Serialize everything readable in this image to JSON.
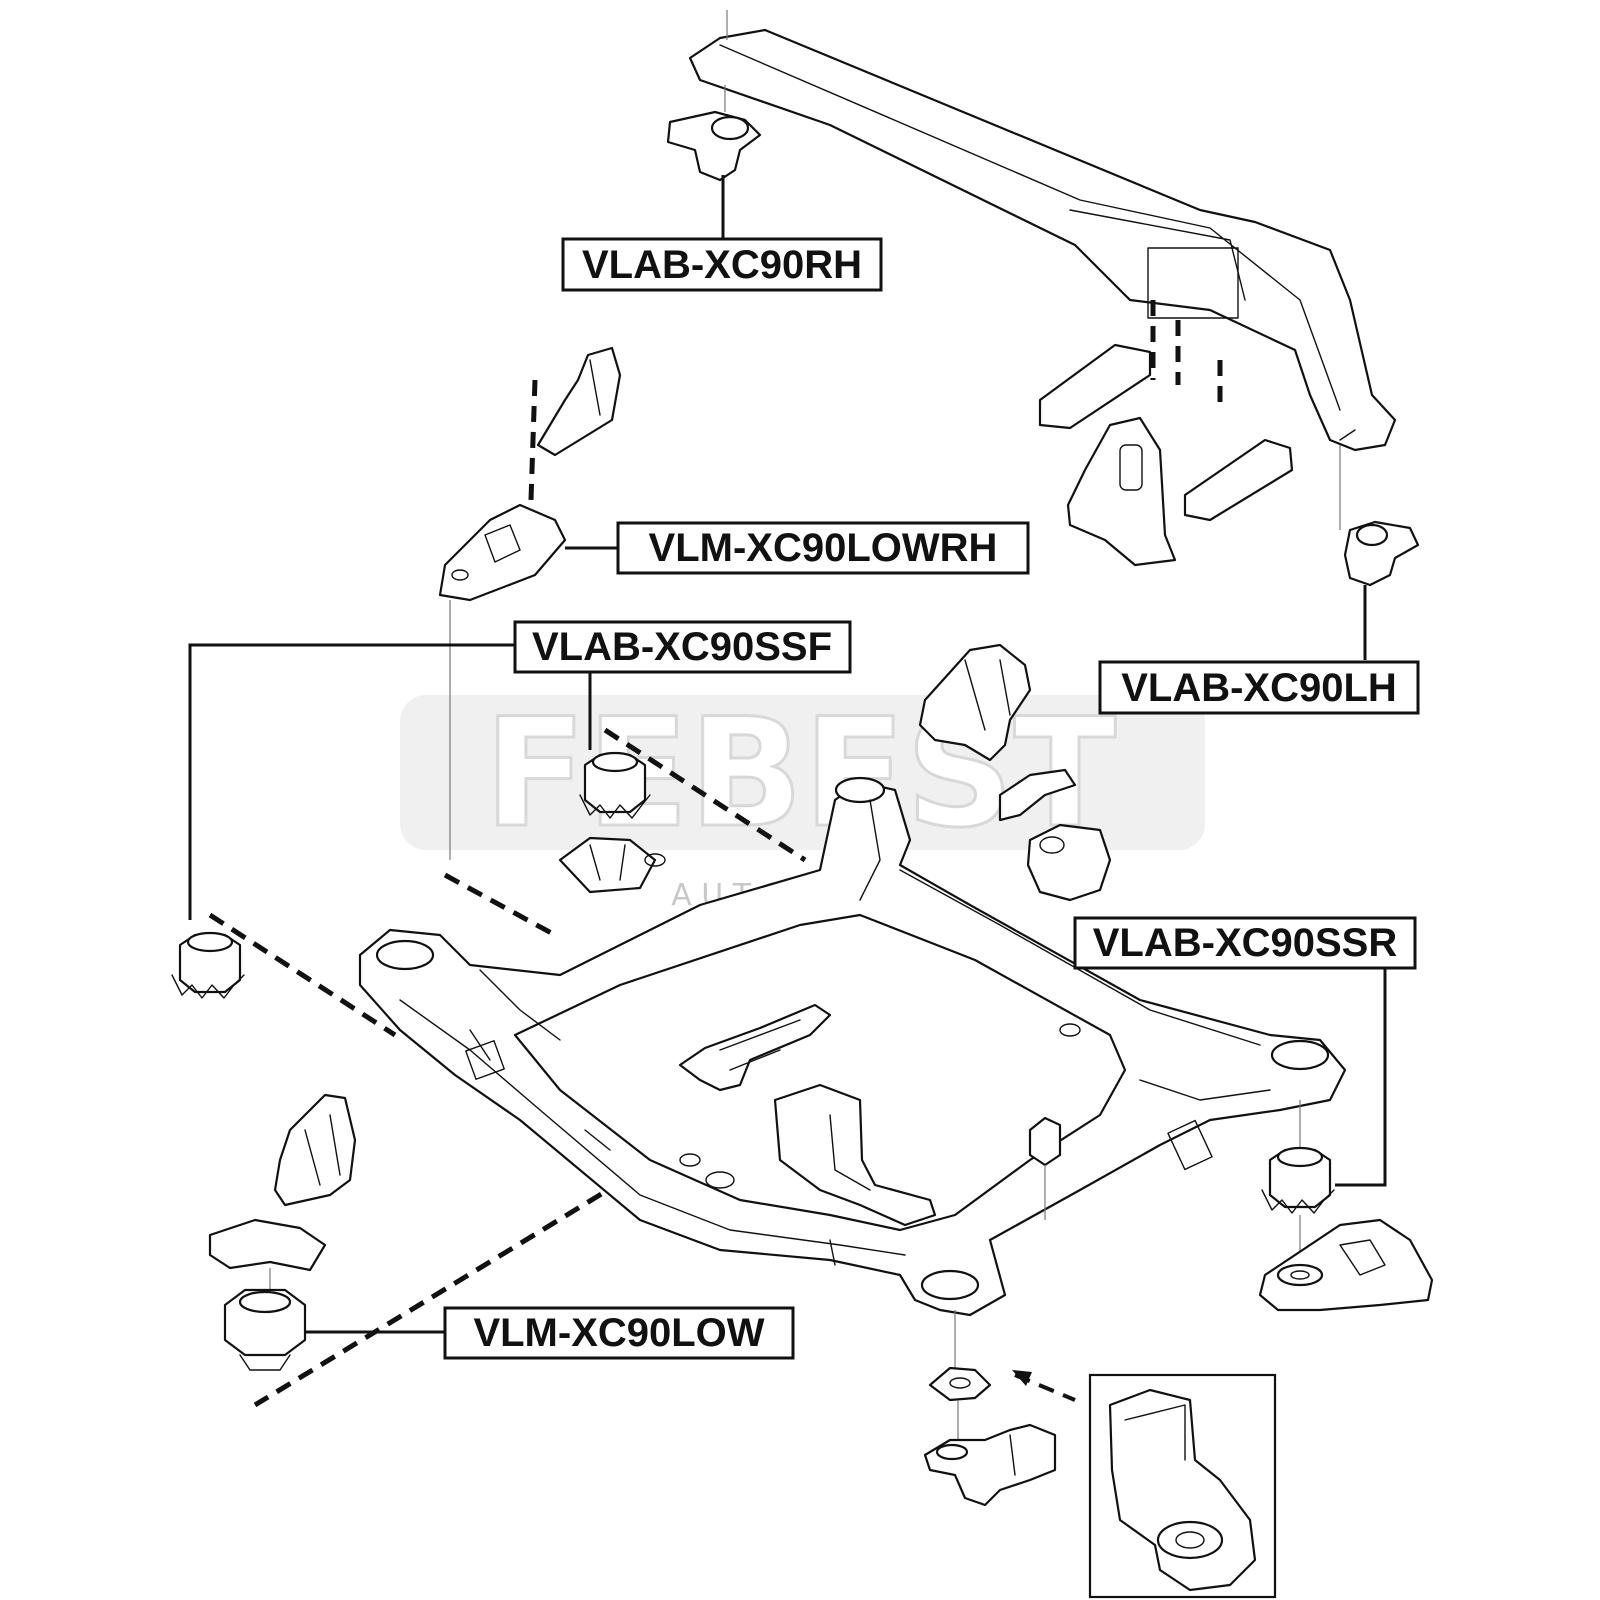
{
  "watermark": {
    "brand": "FEBEST",
    "subtitle": "A U T O   P A R T S"
  },
  "labels": {
    "vlab_xc90rh": "VLAB-XC90RH",
    "vlm_xc90lowrh": "VLM-XC90LOWRH",
    "vlab_xc90ssf": "VLAB-XC90SSF",
    "vlab_xc90lh": "VLAB-XC90LH",
    "vlab_xc90ssr": "VLAB-XC90SSR",
    "vlm_xc90low": "VLM-XC90LOW"
  },
  "colors": {
    "line": "#111111",
    "watermark": "#d8d8d8"
  }
}
